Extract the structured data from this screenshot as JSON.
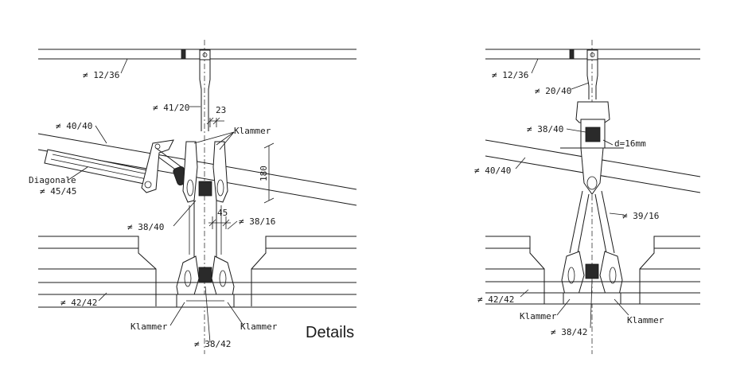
{
  "title": "Details",
  "left": {
    "chord_top": "≠ 12/36",
    "hanger": "≠ 41/20",
    "dim_23": "23",
    "klammer_top": "Klammer",
    "chord_40": "≠ 40/40",
    "dim_180": "180",
    "diag_word": "Diagonale",
    "diag_size": "≠ 45/45",
    "dim_45": "45",
    "right_38_16": "≠ 38/16",
    "block_38_40": "≠ 38/40",
    "bottom_42": "≠ 42/42",
    "klammer_bl": "Klammer",
    "klammer_br": "Klammer",
    "bottom_38_42": "≠ 38/42"
  },
  "right": {
    "chord_top": "≠ 12/36",
    "hanger": "≠ 20/40",
    "block_38_40": "≠ 38/40",
    "d16": "d=16mm",
    "chord_40": "≠ 40/40",
    "rod_39_16": "≠ 39/16",
    "bottom_42": "≠ 42/42",
    "klammer_bl": "Klammer",
    "klammer_br": "Klammer",
    "bottom_38_42": "≠ 38/42"
  }
}
